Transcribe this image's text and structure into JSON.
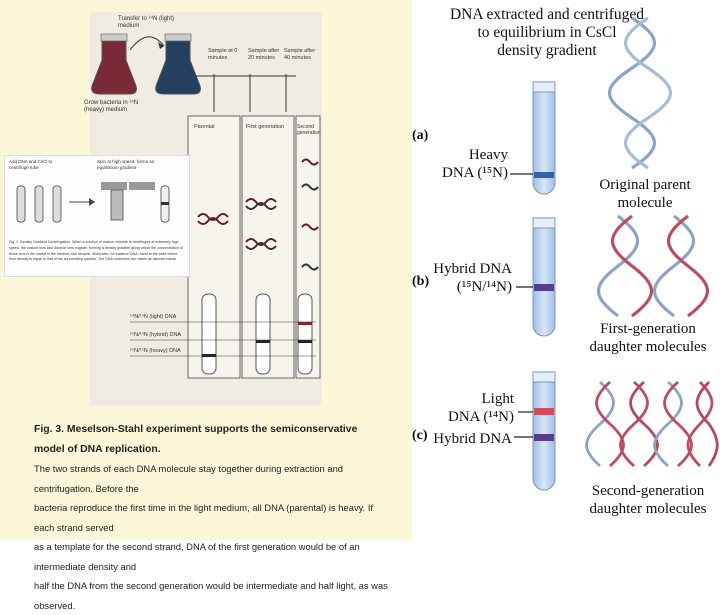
{
  "left": {
    "fig3": {
      "transfer_label": "Transfer to ¹⁴N (light) medium",
      "grow_label": "Grow bacteria in ¹⁵N (heavy) medium",
      "sample_0": "Sample at 0 minutes",
      "sample_20": "Sample after 20 minutes",
      "sample_40": "Sample after 40 minutes",
      "col_parental": "Parental",
      "col_first": "First generation",
      "col_second": "Second generation",
      "band_light": "¹⁴N/¹⁴N (light) DNA",
      "band_hybrid": "¹⁵N/¹⁴N (hybrid) DNA",
      "band_heavy": "¹⁵N/¹⁵N (heavy) DNA"
    },
    "fig1": {
      "label_a": "Add DNA and CsCl to centrifuge tube",
      "label_b": "Spin at high speed; forms an equilibrium gradient",
      "caption": "Fig. 1. Density Gradient Centrifugation. When a solution of cesium chloride is centrifuged at extremely high speed, the cesium ions and chloride ions migrate, forming a density gradient along which the concentration of those ions is the lowest in the medium and densest. Molecules, for instance DNA, band at the point where their density is equal to that of the surrounding solution. The DNA molecules are visible as discrete bands."
    },
    "caption_title": "Fig. 3. Meselson-Stahl experiment supports the semiconservative model of DNA replication.",
    "caption_lines": [
      "The two strands of each DNA molecule stay together during extraction and centrifugation. Before the",
      "bacteria reproduce the first time in the light medium, all DNA (parental) is heavy. If each strand served",
      "as a template for the second strand, DNA of the first generation would be of an intermediate density and",
      "half the DNA from the second generation would be intermediate and half light, as was observed."
    ]
  },
  "right": {
    "header": [
      "DNA extracted and centrifuged",
      "to equilibrium in CsCl",
      "density gradient"
    ],
    "panel_a": {
      "letter": "(a)",
      "label1": "Heavy",
      "label2": "DNA (¹⁵N)",
      "desc": [
        "Original parent",
        "molecule"
      ]
    },
    "panel_b": {
      "letter": "(b)",
      "label1": "Hybrid DNA",
      "label2": "(¹⁵N/¹⁴N)",
      "desc": [
        "First-generation",
        "daughter molecules"
      ]
    },
    "panel_c": {
      "letter": "(c)",
      "label1": "Light",
      "label2": "DNA (¹⁴N)",
      "label3": "Hybrid DNA",
      "desc": [
        "Second-generation",
        "daughter molecules"
      ]
    },
    "colors": {
      "heavy": "#3366aa",
      "hybrid": "#5a3c8c",
      "light": "#d8485a",
      "tube": "#bcd3ee",
      "strand_old": "#8aa3c8",
      "strand_new": "#c04a5e"
    }
  }
}
